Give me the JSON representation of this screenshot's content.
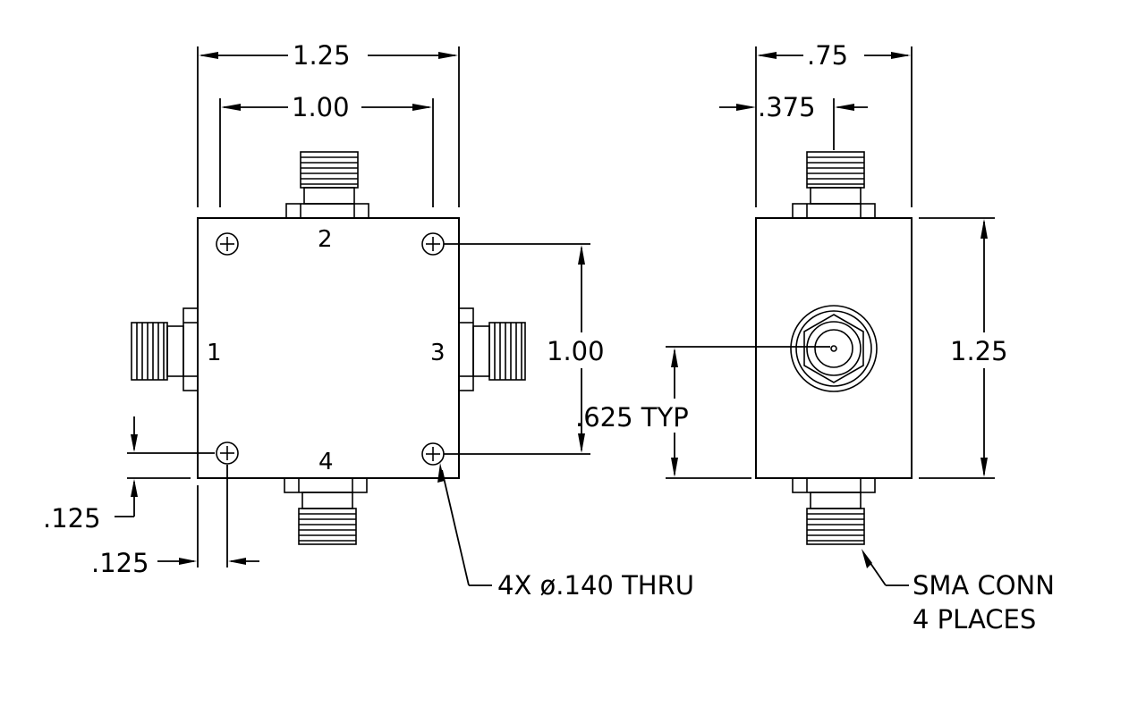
{
  "colors": {
    "ink": "#000000",
    "paper": "#ffffff"
  },
  "front_view": {
    "width_label": "1.25",
    "hole_spacing_width_label": "1.00",
    "hole_spacing_height_label": "1.00",
    "hole_offset_vertical_label": ".125",
    "hole_offset_horizontal_label": ".125",
    "hole_callout": "4X ø.140 THRU",
    "ports": [
      "1",
      "2",
      "3",
      "4"
    ]
  },
  "side_view": {
    "width_label": ".75",
    "connector_offset_label": ".375",
    "height_label": "1.25",
    "connector_height_label": ".625 TYP",
    "connector_callout_line1": "SMA CONN",
    "connector_callout_line2": "4 PLACES"
  }
}
